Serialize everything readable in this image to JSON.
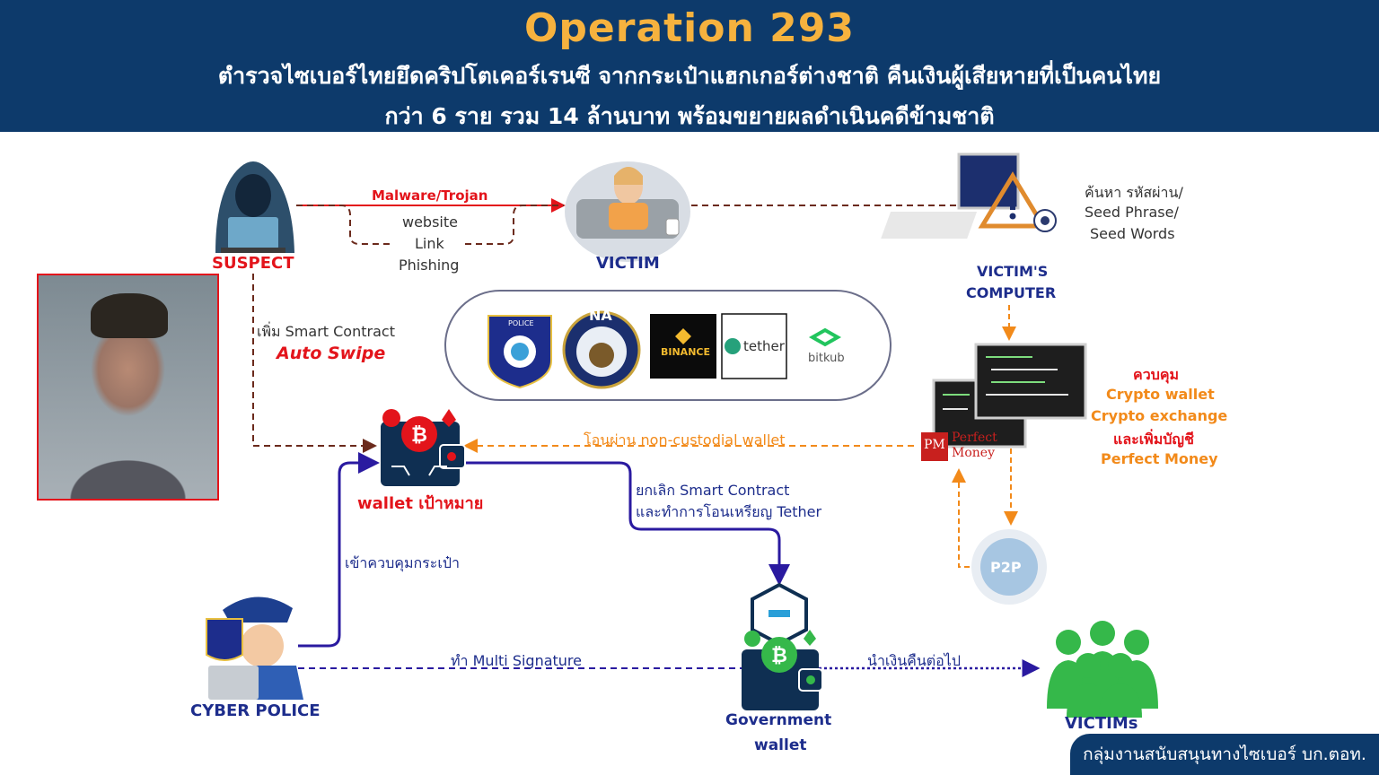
{
  "header": {
    "title": "Operation 293",
    "subtitle_line1": "ตำรวจไซเบอร์ไทยยึดคริปโตเคอร์เรนซี จากกระเป๋าแฮกเกอร์ต่างชาติ คืนเงินผู้เสียหายที่เป็นคนไทย",
    "subtitle_line2": "กว่า 6 ราย รวม 14 ล้านบาท พร้อมขยายผลดำเนินคดีข้ามชาติ"
  },
  "nodes": {
    "suspect": "SUSPECT",
    "victim": "VICTIM",
    "victims_computer_1": "VICTIM'S",
    "victims_computer_2": "COMPUTER",
    "wallet_target": "wallet เป้าหมาย",
    "cyber_police": "CYBER POLICE",
    "government_wallet_1": "Government",
    "government_wallet_2": "wallet",
    "victims": "VICTIMs",
    "p2p": "P2P",
    "perfect_money_pm": "PM",
    "perfect_money_1": "Perfect",
    "perfect_money_2": "Money"
  },
  "edge_labels": {
    "malware": "Malware/Trojan",
    "website": "website",
    "link": "Link",
    "phishing": "Phishing",
    "search_1": "ค้นหา รหัสผ่าน/",
    "search_2": "Seed Phrase/",
    "search_3": "Seed Words",
    "smart_contract": "เพิ่ม Smart Contract",
    "auto_swipe": "Auto Swipe",
    "transfer_noncustodial": "โอนผ่าน non-custodial wallet",
    "cancel_contract_1": "ยกเลิก Smart Contract",
    "cancel_contract_2": "และทำการโอนเหรียญ Tether",
    "control_wallet": "เข้าควบคุมกระเป๋า",
    "multi_sig": "ทำ Multi Signature",
    "return_money": "นำเงินคืนต่อไป"
  },
  "control_box": {
    "title": "ควบคุม",
    "line1": "Crypto wallet",
    "line2": "Crypto exchange",
    "line3": "และเพิ่มบัญชี",
    "line4": "Perfect Money"
  },
  "partners": {
    "binance": "BINANCE",
    "tether": "tether",
    "bitkub": "bitkub",
    "fbi_na": "NA",
    "police_badge": "POLICE"
  },
  "footer": "กลุ่มงานสนับสนุนทางไซเบอร์ บก.ตอท.",
  "colors": {
    "navy_header": "#0d3a6b",
    "gold": "#f6b23e",
    "red": "#e3141b",
    "orange": "#f28a1a",
    "indigo": "#2a1aa0",
    "dark_red_dash": "#6b2a1c",
    "green": "#35b84a"
  },
  "icons": [
    "hooded-hacker-icon",
    "stressed-victim-icon",
    "infected-computer-icon",
    "code-screens-icon",
    "crypto-wallet-icon",
    "cyber-police-officer-icon",
    "blockchain-government-wallet-icon",
    "victims-group-icon",
    "p2p-globe-icon",
    "perfect-money-logo"
  ]
}
